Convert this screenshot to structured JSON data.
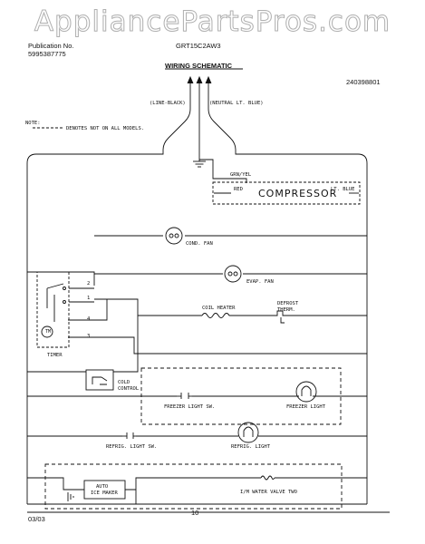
{
  "watermark": "AppliancePartsPros.com",
  "header": {
    "publication_label": "Publication No.",
    "publication_number": "5995387775",
    "model": "GRT15C2AW3",
    "title": "WIRING SCHEMATIC",
    "doc_number": "240398801"
  },
  "supply": {
    "line_label": "(LINE-BLACK)",
    "neutral_label": "(NEUTRAL LT. BLUE)"
  },
  "note": {
    "label": "NOTE:",
    "text": "DENOTES NOT ON ALL MODELS."
  },
  "compressor": {
    "label": "COMPRESSOR",
    "wire_grn": "GRN/YEL",
    "wire_red": "RED",
    "wire_blue": "LT. BLUE"
  },
  "components": {
    "cond_fan": "COND. FAN",
    "evap_fan": "EVAP. FAN",
    "coil_heater": "COIL HEATER",
    "defrost_therm_1": "DEFROST",
    "defrost_therm_2": "THERM.",
    "timer": "TIMER",
    "timer_motor": "TM",
    "cold_control_1": "COLD",
    "cold_control_2": "CONTROL",
    "freezer_light_sw": "FREEZER LIGHT SW.",
    "freezer_light": "FREEZER LIGHT",
    "refrig_light_sw": "REFRIG. LIGHT SW.",
    "refrig_light": "REFRIG. LIGHT",
    "auto_ice_maker_1": "AUTO",
    "auto_ice_maker_2": "ICE MAKER",
    "water_valve": "I/M WATER VALVE TWO"
  },
  "timer_terminals": [
    "2",
    "1",
    "4",
    "3"
  ],
  "footer": {
    "date": "03/03",
    "page": "10"
  }
}
